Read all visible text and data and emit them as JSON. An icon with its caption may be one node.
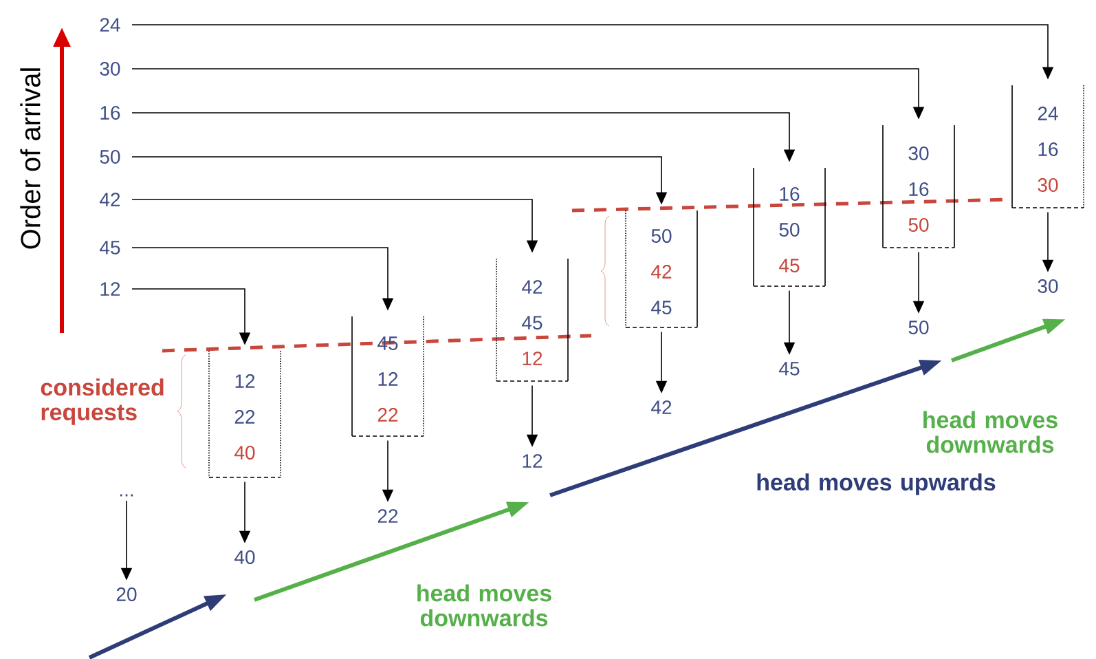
{
  "diagram": {
    "nodes": [
      {
        "text": [
          "24"
        ]
      },
      {
        "text": [
          "30"
        ]
      },
      {
        "text": [
          "16"
        ]
      },
      {
        "text": [
          "50"
        ]
      },
      {
        "text": [
          "42"
        ]
      },
      {
        "text": [
          "45"
        ]
      },
      {
        "text": [
          "12"
        ]
      },
      {
        "text": [
          "..."
        ]
      },
      {
        "text": [
          "12",
          "22",
          "40"
        ]
      },
      {
        "text": [
          "45",
          "12",
          "22"
        ]
      },
      {
        "text": [
          "42",
          "45",
          "12"
        ]
      },
      {
        "text": [
          "50",
          "42",
          "45"
        ]
      },
      {
        "text": [
          "16",
          "50",
          "45"
        ]
      },
      {
        "text": [
          "30",
          "16",
          "50"
        ]
      },
      {
        "text": [
          "24",
          "16",
          "30"
        ]
      },
      {
        "text": [
          "20"
        ]
      },
      {
        "text": [
          "40"
        ]
      },
      {
        "text": [
          "22"
        ]
      },
      {
        "text": [
          "12"
        ]
      },
      {
        "text": [
          "42"
        ]
      },
      {
        "text": [
          "45"
        ]
      },
      {
        "text": [
          "50"
        ]
      },
      {
        "text": [
          "30"
        ]
      }
    ],
    "edges": [
      {
        "from": 6,
        "to": 8,
        "arrow": "to"
      },
      {
        "from": 5,
        "to": 9,
        "arrow": "to"
      },
      {
        "from": 4,
        "to": 10,
        "arrow": "to"
      },
      {
        "from": 3,
        "to": 11,
        "arrow": "to"
      },
      {
        "from": 2,
        "to": 12,
        "arrow": "to"
      },
      {
        "from": 1,
        "to": 13,
        "arrow": "to"
      },
      {
        "from": 0,
        "to": 14,
        "arrow": "to"
      },
      {
        "from": 7,
        "to": 15,
        "arrow": "to"
      },
      {
        "from": 8,
        "to": 16,
        "arrow": "to"
      },
      {
        "from": 9,
        "to": 17,
        "arrow": "to"
      },
      {
        "from": 10,
        "to": 18,
        "arrow": "to"
      },
      {
        "from": 11,
        "to": 19,
        "arrow": "to"
      },
      {
        "from": 12,
        "to": 20,
        "arrow": "to"
      },
      {
        "from": 13,
        "to": 21,
        "arrow": "to"
      },
      {
        "from": 14,
        "to": 22,
        "arrow": "to"
      }
    ],
    "labels": [
      "Order of arrival",
      "considered requests",
      "head moves downwards",
      "head moves upwards",
      "head moves downwards"
    ]
  }
}
